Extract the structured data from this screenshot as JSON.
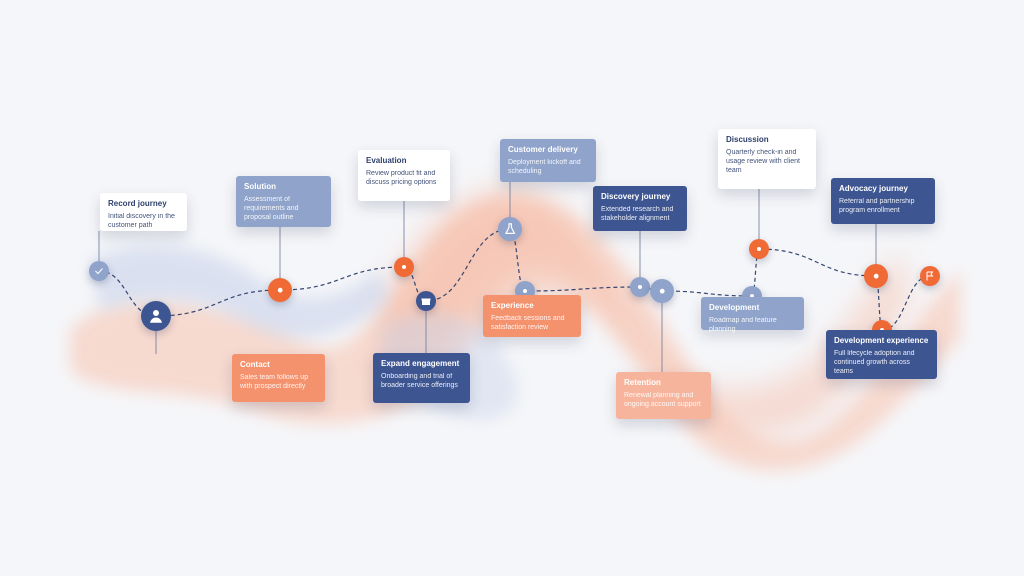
{
  "colors": {
    "navy": "#3d5591",
    "light_blue": "#8fa3cb",
    "coral": "#f5926e",
    "orange": "#ef6a35",
    "peach": "#f7b49c",
    "background": "#f5f6f9"
  },
  "milestones": [
    {
      "node_style": "light",
      "node_icon": "check-icon",
      "card_style": "white",
      "title": "Record journey",
      "body": "Initial discovery in the customer path"
    },
    {
      "node_style": "navy",
      "node_icon": "user-icon",
      "card_style": "coral",
      "title": "Contact",
      "body": "Sales team follows up with prospect directly"
    },
    {
      "node_style": "orange",
      "node_icon": "dot-icon",
      "card_style": "light",
      "title": "Solution",
      "body": "Assessment of requirements and proposal outline"
    },
    {
      "node_style": "orange",
      "node_icon": "dot-icon",
      "card_style": "white",
      "title": "Evaluation",
      "body": "Review product fit and discuss pricing options"
    },
    {
      "node_style": "navy",
      "node_icon": "gift-icon",
      "card_style": "navy",
      "title": "Expand engagement",
      "body": "Onboarding and trial of broader service offerings"
    },
    {
      "node_style": "light",
      "node_icon": "flask-icon",
      "card_style": "light",
      "title": "Customer delivery",
      "body": "Deployment kickoff and scheduling"
    },
    {
      "node_style": "light",
      "node_icon": "dot-icon",
      "card_style": "coral",
      "title": "Experience",
      "body": "Feedback sessions and satisfaction review"
    },
    {
      "node_style": "light",
      "node_icon": "dot-icon",
      "card_style": "navy",
      "title": "Discovery journey",
      "body": "Extended research and stakeholder alignment"
    },
    {
      "node_style": "light",
      "node_icon": "dot-icon",
      "card_style": "peach",
      "title": "Retention",
      "body": "Renewal planning and ongoing account support"
    },
    {
      "node_style": "orange",
      "node_icon": "dot-icon",
      "card_style": "white",
      "title": "Discussion",
      "body": "Quarterly check-in and usage review with client team"
    },
    {
      "node_style": "light",
      "node_icon": "dot-icon",
      "card_style": "light",
      "title": "Development",
      "body": "Roadmap and feature planning"
    },
    {
      "node_style": "orange",
      "node_icon": "dot-icon",
      "card_style": "navy",
      "title": "Advocacy journey",
      "body": "Referral and partnership program enrollment"
    },
    {
      "node_style": "orange",
      "node_icon": "dot-icon",
      "card_style": "navy",
      "title": "Development experience",
      "body": "Full lifecycle adoption and continued growth across teams"
    }
  ],
  "end_node": {
    "node_style": "orange",
    "node_icon": "flag-icon"
  }
}
